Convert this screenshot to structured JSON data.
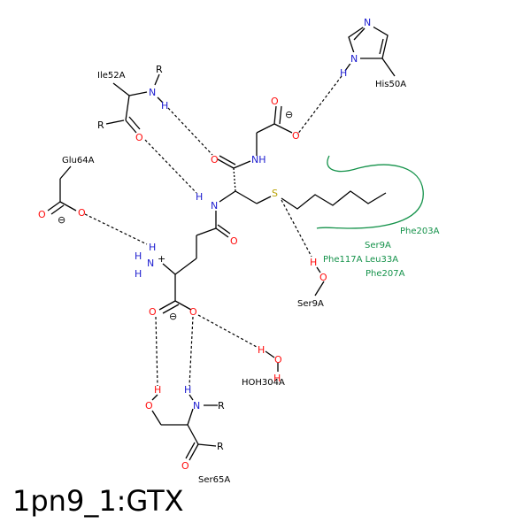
{
  "title": "1pn9_1:GTX",
  "residues": {
    "ile52": "Ile52A",
    "his50": "His50A",
    "glu64": "Glu64A",
    "ser9": "Ser9A",
    "hoh304": "HOH304A",
    "ser65": "Ser65A"
  },
  "hydrophobic": {
    "phe203": "Phe203A",
    "ser9": "Ser9A",
    "phe117_leu33": "Phe117A Leu33A",
    "phe207": "Phe207A"
  },
  "atoms": {
    "O": "O",
    "N": "N",
    "H": "H",
    "S": "S",
    "R": "R",
    "NH": "NH"
  },
  "charges": {
    "minus": "⊖",
    "plus": "+"
  },
  "colors": {
    "oxygen": "#ff0d0d",
    "nitrogen": "#1c1ccf",
    "sulfur": "#b8a000",
    "hydrophobic": "#14924a"
  }
}
